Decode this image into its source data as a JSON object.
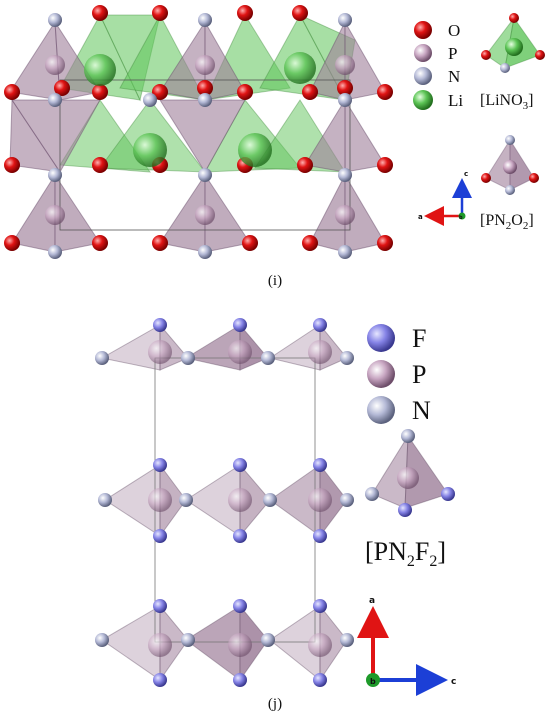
{
  "panel_i": {
    "caption": "(i)",
    "legend": [
      {
        "symbol": "O",
        "color": "#e01414"
      },
      {
        "symbol": "P",
        "color": "#b892ae"
      },
      {
        "symbol": "N",
        "color": "#a7aed0"
      },
      {
        "symbol": "Li",
        "color": "#58c050"
      }
    ],
    "unit_labels": {
      "linO3": {
        "pre": "[LiNO",
        "sub": "3",
        "post": "]"
      },
      "pn2o2": {
        "pre": "[PN",
        "sub1": "2",
        "mid": "O",
        "sub2": "2",
        "post": "]"
      }
    },
    "axes": {
      "up": "c",
      "left": "a",
      "origin": "b"
    }
  },
  "panel_j": {
    "caption": "(j)",
    "legend": [
      {
        "symbol": "F",
        "color": "#8a88e8"
      },
      {
        "symbol": "P",
        "color": "#c7a6c4"
      },
      {
        "symbol": "N",
        "color": "#a9aec8"
      }
    ],
    "unit_label": {
      "pre": "[PN",
      "sub1": "2",
      "mid": "F",
      "sub2": "2",
      "post": "]"
    },
    "axes": {
      "up": "a",
      "right": "c",
      "origin": "b"
    }
  },
  "colors": {
    "oxygen": "#e01414",
    "phosphorus_tet": "#9e7f9a",
    "lithium_tet": "#5fc45a",
    "nitrogen": "#a7aed0",
    "fluorine": "#7c7ae6",
    "axis_red": "#e01414",
    "axis_blue": "#1c3fd6",
    "axis_green": "#1e9a2a"
  }
}
